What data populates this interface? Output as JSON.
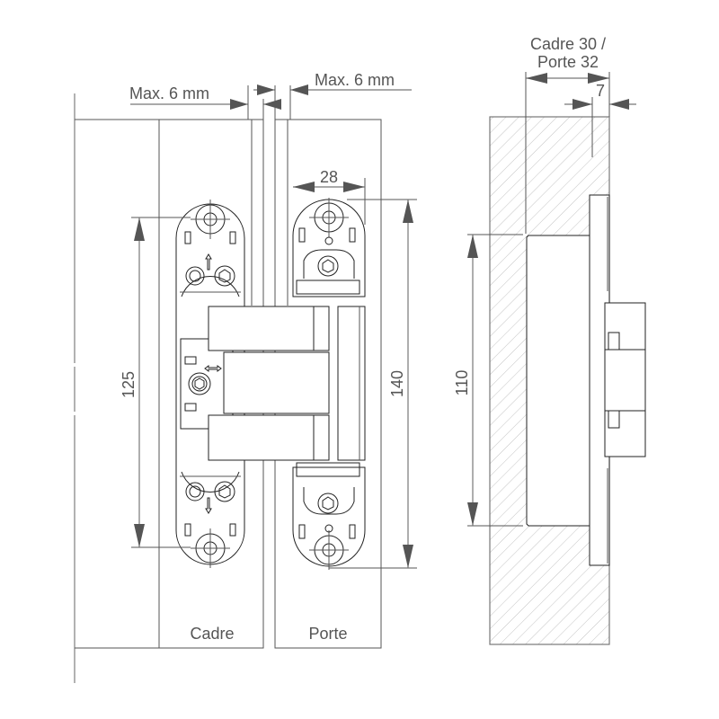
{
  "diagram": {
    "title": "Concealed 3D adjustable hinge dimension drawing",
    "colors": {
      "line": "#555555",
      "part": "#222222",
      "hatch": "#bbbbbb",
      "text": "#555555"
    },
    "front_view": {
      "gap_left_label": "Max. 6 mm",
      "gap_right_label": "Max. 6 mm",
      "frame_label": "Cadre",
      "door_label": "Porte",
      "width_dim": "28",
      "frame_height_dim": "125",
      "door_height_dim": "140"
    },
    "side_view": {
      "depth_label_line1": "Cadre 30 /",
      "depth_label_line2": "Porte 32",
      "plate_dim": "7",
      "height_dim": "110"
    }
  }
}
